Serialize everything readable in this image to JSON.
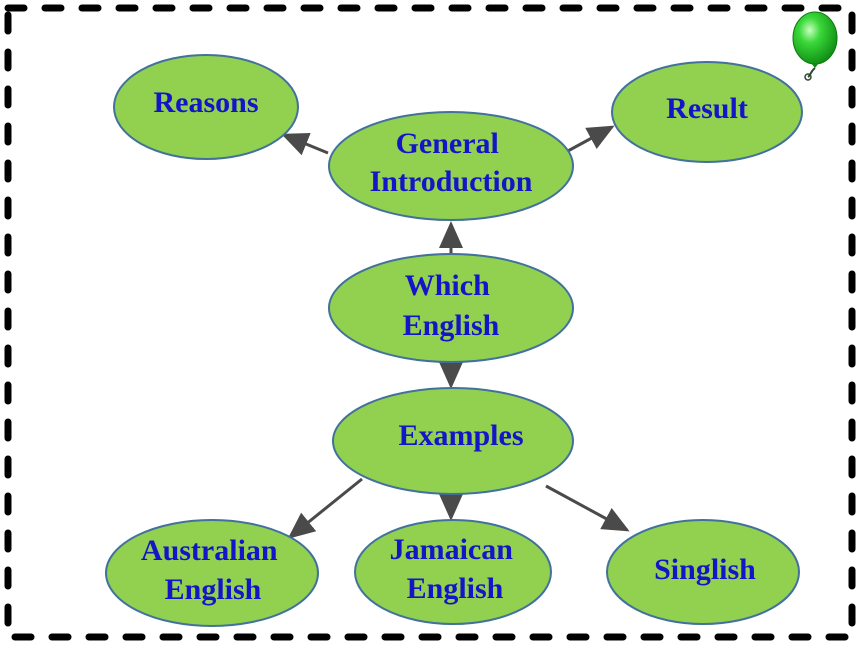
{
  "colors": {
    "node_fill": "#92d050",
    "node_stroke": "#41719c",
    "text": "#1414c8",
    "arrow": "#4a4a4a",
    "border": "#000000",
    "balloon": "#22c322"
  },
  "icons": {
    "decoration": "balloon-icon"
  },
  "nodes": {
    "reasons": {
      "lines": [
        "Reasons"
      ]
    },
    "general_introduction": {
      "lines": [
        "General",
        "Introduction"
      ]
    },
    "result": {
      "lines": [
        "Result"
      ]
    },
    "which_english": {
      "lines": [
        "Which",
        "English"
      ]
    },
    "examples": {
      "lines": [
        "Examples"
      ]
    },
    "australian_english": {
      "lines": [
        "Australian",
        "English"
      ]
    },
    "jamaican_english": {
      "lines": [
        "Jamaican",
        "English"
      ]
    },
    "singlish": {
      "lines": [
        "Singlish"
      ]
    }
  }
}
